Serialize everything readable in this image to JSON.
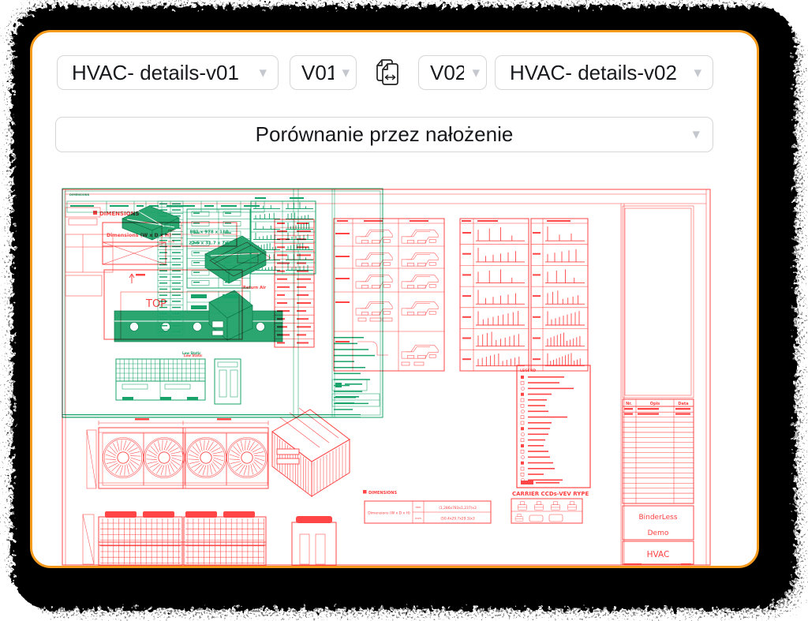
{
  "icons": {
    "chevron": "▾",
    "compare": "compare-versions-icon"
  },
  "toolbar": {
    "left_document": {
      "label": "HVAC- details-v01"
    },
    "left_version": {
      "label": "V01"
    },
    "right_version": {
      "label": "V02"
    },
    "right_document": {
      "label": "HVAC- details-v02"
    }
  },
  "mode_selector": {
    "label": "Porównanie przez nałożenie"
  },
  "drawing": {
    "v1_color": "#18A36A",
    "v2_color": "#FF4545",
    "frame_color": "#F49A1C",
    "v1": {
      "dimensions_heading": "DIMENSIONS",
      "dim_value_mm": "881 x 978 x 110",
      "dim_value_inch": "22.5 x 31.7 x 7.5",
      "low_static": "Low Static"
    },
    "v2": {
      "dimensions_heading": "DIMENSIONS",
      "dimensions_label": "Dimensions (W x D x H)",
      "unit_mm": "mm",
      "unit_inch": "inch",
      "top_label": "TOP",
      "return_air": "Return Air",
      "low_static": "Low Static",
      "legend_title": "LEGEND",
      "carrier_line": "CARRIER CCDs-VEV RYPE",
      "dimensions_heading_2": "DIMENSIONS",
      "dimensions_label_2": "Dimensions (W x D x H)",
      "dim_value_mm": "(1,286x783x1,237)x3",
      "dim_value_inch": "(50.4x29.7x29.3)x3",
      "rev_col_nr": "Nr.",
      "rev_col_opis": "Opis",
      "rev_col_data": "Data",
      "project_line1": "BinderLess",
      "project_line2": "Demo",
      "project_line3": "HVAC"
    }
  }
}
